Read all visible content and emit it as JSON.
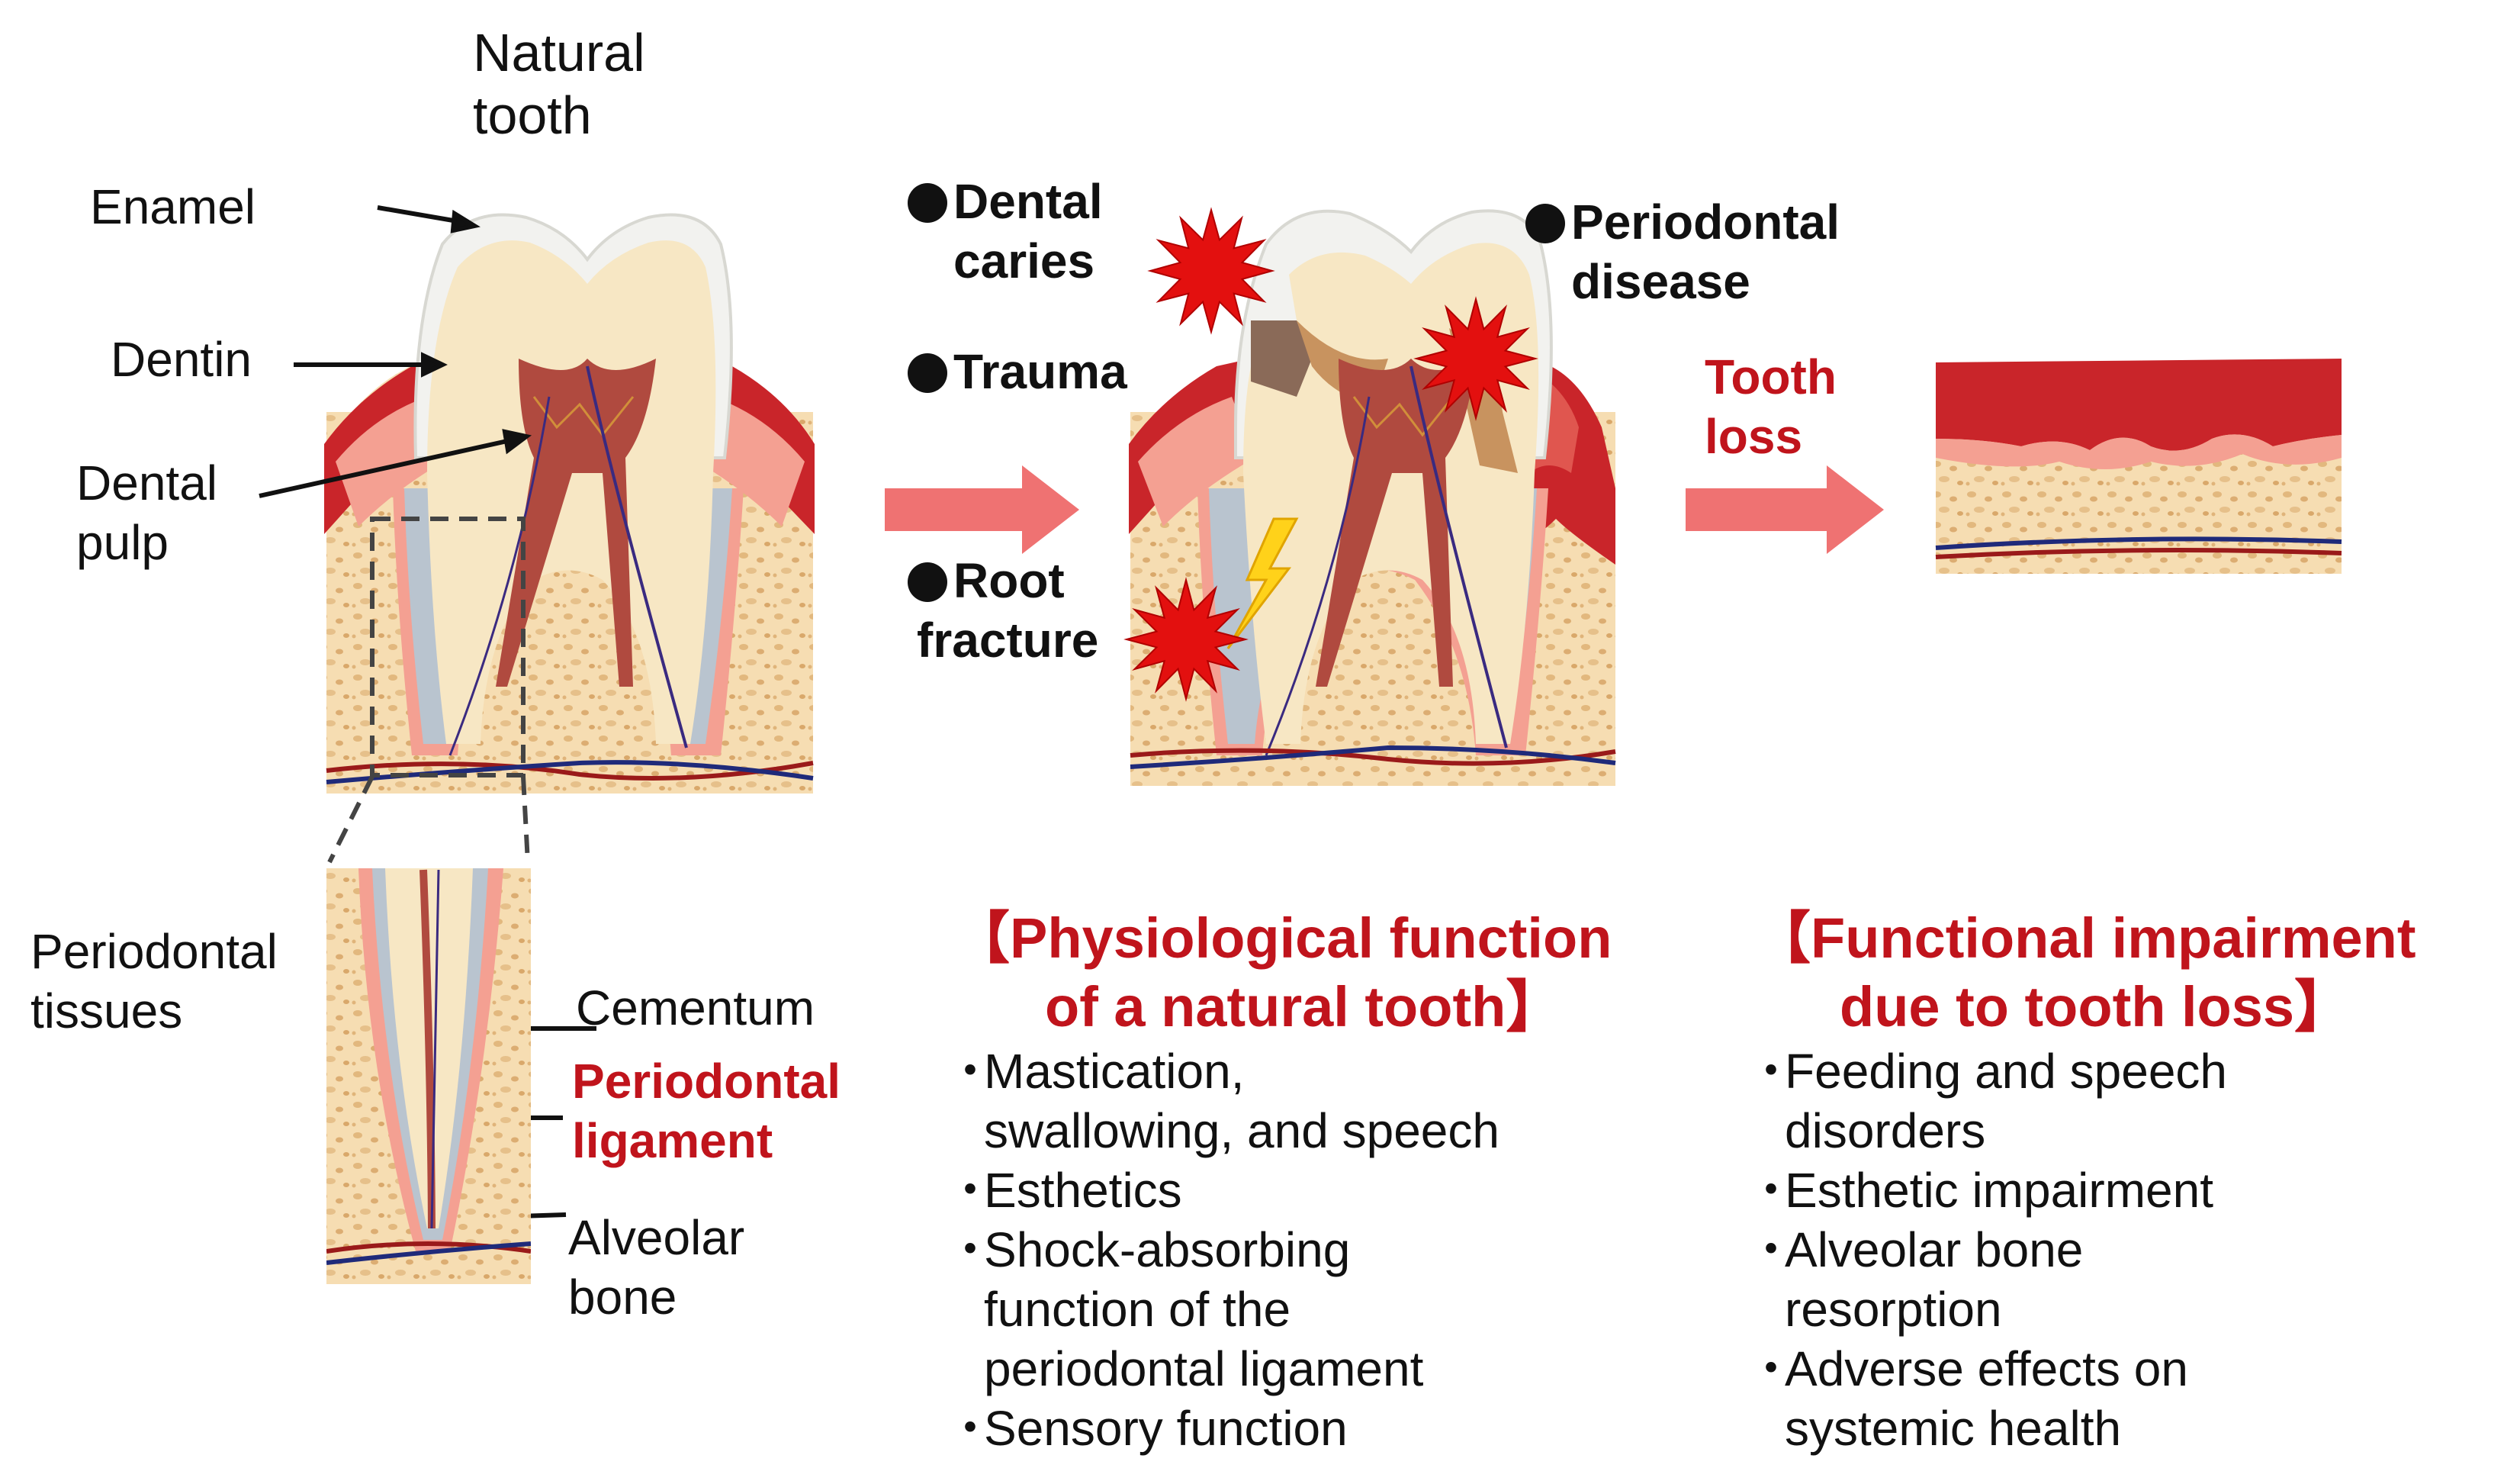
{
  "natural_tooth": {
    "title_line1": "Natural",
    "title_line2": "tooth"
  },
  "labels": {
    "enamel": "Enamel",
    "dentin": "Dentin",
    "dental_pulp_line1": "Dental",
    "dental_pulp_line2": "pulp",
    "periodontal_tissues_line1": "Periodontal",
    "periodontal_tissues_line2": "tissues",
    "cementum": "Cementum",
    "periodontal_ligament_line1": "Periodontal",
    "periodontal_ligament_line2": "ligament",
    "alveolar_bone_line1": "Alveolar",
    "alveolar_bone_line2": "bone"
  },
  "causes": {
    "dental_caries_line1": "Dental",
    "dental_caries_line2": "caries",
    "trauma": "Trauma",
    "root_fracture_line1": "Root",
    "root_fracture_line2": "fracture",
    "periodontal_disease_line1": "Periodontal",
    "periodontal_disease_line2": "disease"
  },
  "tooth_loss": {
    "line1": "Tooth",
    "line2": "loss"
  },
  "physiological": {
    "heading_line1": "【Physiological function",
    "heading_line2": "of a natural tooth】",
    "bullet": "・",
    "items": [
      {
        "line1": "Mastication,",
        "line2": "swallowing, and speech"
      },
      {
        "line1": "Esthetics"
      },
      {
        "line1": "Shock-absorbing",
        "line2": "function of the",
        "line3": "periodontal ligament"
      },
      {
        "line1": "Sensory function"
      }
    ]
  },
  "impairment": {
    "heading_line1": "【Functional impairment",
    "heading_line2": "due to tooth loss】",
    "bullet": "・",
    "items": [
      {
        "line1": "Feeding and speech",
        "line2": "disorders"
      },
      {
        "line1": "Esthetic impairment"
      },
      {
        "line1": "Alveolar bone",
        "line2": "resorption"
      },
      {
        "line1": "Adverse effects on",
        "line2": "systemic health"
      }
    ]
  },
  "colors": {
    "gum": "#c9252a",
    "gum_light": "#f4a092",
    "bone": "#f5dcb0",
    "enamel": "#f2f2ef",
    "dentin": "#f7e7c4",
    "pulp": "#b04a3f",
    "arrow": "#ef7272",
    "burst": "#e3100f",
    "accent_red": "#c0141c"
  }
}
